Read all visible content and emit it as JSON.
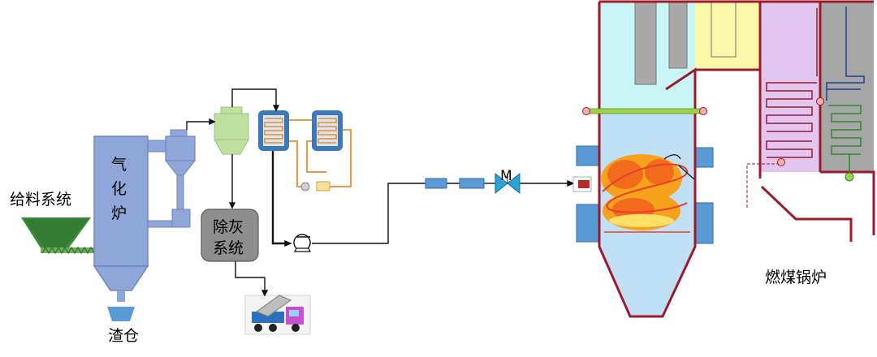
{
  "labels": {
    "feed_system": "给料系统",
    "gasifier": [
      "气",
      "化",
      "炉"
    ],
    "ash_removal": [
      "除灰",
      "系统"
    ],
    "slag_bin": "渣仓",
    "valve_marker": "M",
    "boiler": "燃煤锅炉"
  },
  "colors": {
    "gasifier_body": "#8fa6d8",
    "gasifier_stroke": "#6f86c0",
    "pipe": "#111111",
    "heat_exchanger": "#3e78b9",
    "coil": "#f08a2a",
    "cyclone": "#bfe0a0",
    "ash_box": "#8e8e8e",
    "boiler_wall": "#9b1b2a",
    "boiler_water": "#bfe0f5",
    "boiler_top_left": "#c9f5f7",
    "boiler_top_mid": "#fbf7a8",
    "boiler_top_right": "#e3c6f0",
    "boiler_far_right": "#a6a6a6",
    "flame_outer": "#f7a21b",
    "flame_inner": "#e8402a",
    "coal_hopper": "#3a8a3a",
    "green_bar": "#9ed24a"
  }
}
